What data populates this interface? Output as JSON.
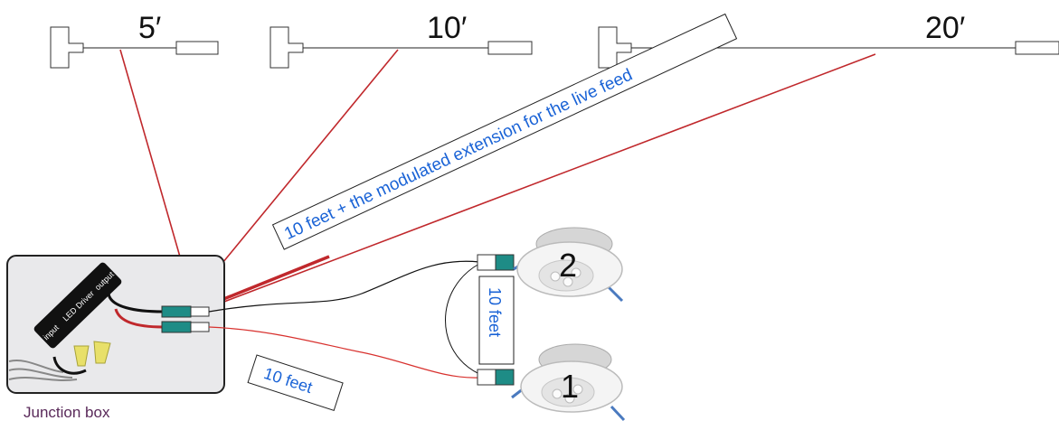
{
  "cables": [
    {
      "length_label": "5′"
    },
    {
      "length_label": "10′"
    },
    {
      "length_label": "20′"
    }
  ],
  "labels": {
    "live_feed_note": "10 feet + the modulated extension for the live feed",
    "vertical_link": "10 feet",
    "lower_link": "10 feet",
    "junction_box": "Junction box"
  },
  "driver": {
    "name": "LED Driver",
    "output_label": "output",
    "input_label": "input"
  },
  "lights": [
    {
      "number": "2"
    },
    {
      "number": "1"
    }
  ],
  "colors": {
    "red_line": "#c0282c",
    "label_blue": "#1a63d6",
    "connector_teal": "#1e8c86",
    "box_fill": "#e9e9eb"
  }
}
